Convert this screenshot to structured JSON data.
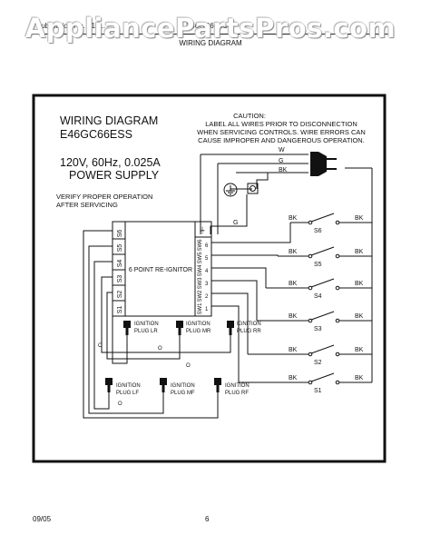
{
  "watermark": "AppliancePartsPros.com",
  "header": {
    "left": "Publication No. 318...",
    "mid": "E46GC66ESS"
  },
  "section_title": "WIRING DIAGRAM",
  "diagram": {
    "title": "WIRING DIAGRAM",
    "model": "E46GC66ESS",
    "caution": [
      "CAUTION:",
      "LABEL ALL WIRES PRIOR TO DISCONNECTION",
      "WHEN SERVICING CONTROLS.  WIRE ERRORS CAN",
      "CAUSE IMPROPER AND DANGEROUS OPERATION."
    ],
    "power_rating": "120V, 60Hz, 0.025A",
    "power_supply": "POWER SUPPLY",
    "verify": [
      "VERIFY PROPER OPERATION",
      "AFTER SERVICING"
    ],
    "module_label": "6 POINT RE-IGNITOR",
    "left_terminals": [
      "S6",
      "S5",
      "S4",
      "S3",
      "S2",
      "S1"
    ],
    "right_terminals": [
      "SW6",
      "SW5",
      "SW4",
      "SW3",
      "SW2",
      "SW1"
    ],
    "right_numbers": [
      "6",
      "5",
      "4",
      "3",
      "2",
      "1"
    ],
    "plug_label": "IGNITION",
    "plugs_top": [
      "PLUG LR",
      "PLUG MR",
      "PLUG RR"
    ],
    "plugs_bottom": [
      "PLUG LF",
      "PLUG MF",
      "PLUG RF"
    ],
    "wire_w": "W",
    "wire_g": "G",
    "wire_bk": "BK",
    "ground_g": "G",
    "o_mark": "O",
    "switches": [
      "S6",
      "S5",
      "S4",
      "S3",
      "S2",
      "S1"
    ]
  },
  "footer": {
    "date": "09/05",
    "page": "6"
  }
}
